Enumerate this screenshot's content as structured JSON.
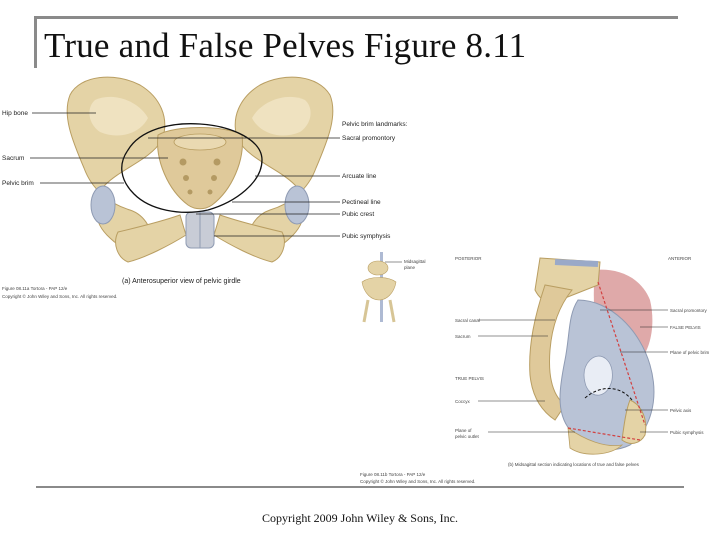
{
  "slide": {
    "title": "True and False Pelves  Figure 8.11",
    "footer": "Copyright 2009 John Wiley & Sons, Inc."
  },
  "figure_a": {
    "left_labels": [
      "Hip bone",
      "Sacrum",
      "Pelvic brim"
    ],
    "right_heading": "Pelvic brim landmarks:",
    "right_labels": [
      "Sacral promontory",
      "Arcuate line",
      "Pectineal line",
      "Pubic crest",
      "Pubic symphysis"
    ],
    "caption": "(a) Anterosuperior view of pelvic girdle",
    "credit_line1": "Figure 08.11a  Tortora - PAP 12/e",
    "credit_line2": "Copyright © John Wiley and Sons, Inc. All rights reserved.",
    "inset_label_line1": "Midsagittal",
    "inset_label_line2": "plane"
  },
  "figure_b": {
    "posterior": "POSTERIOR",
    "anterior": "ANTERIOR",
    "left_labels": [
      "Sacral canal",
      "Sacrum",
      "TRUE PELVIS",
      "Coccyx",
      "Plane of",
      "pelvic outlet"
    ],
    "right_labels": [
      "Sacral promontory",
      "FALSE PELVIS",
      "Plane of pelvic brim",
      "Pelvic axis",
      "Pubic symphysis"
    ],
    "caption": "(b) Midsagittal section indicating locations of true and false pelves",
    "credit_line1": "Figure 08.11b  Tortora - PAP 12/e",
    "credit_line2": "Copyright © John Wiley and Sons, Inc. All rights reserved."
  },
  "colors": {
    "bone": "#e4d3a6",
    "bone_shadow": "#c9b27c",
    "cartilage": "#b9c3d6",
    "false_pelvis": "#d99a9a",
    "plane_line": "#d24040"
  }
}
